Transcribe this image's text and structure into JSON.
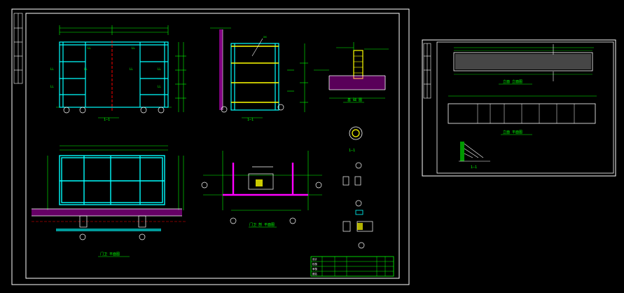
{
  "app": {
    "title": "CAD drawing viewer"
  },
  "sheet_main": {
    "views": {
      "front_elevation": {
        "label": "1—1"
      },
      "side_section": {
        "label": "1—1"
      },
      "foundation_detail": {
        "label": "基 础 图"
      },
      "plan_view": {
        "label": "门卫 剖 平面图"
      },
      "floor_plan": {
        "label": "门卫 平面图"
      },
      "detail_small_1": {
        "label": "1—1"
      }
    },
    "title_block": {
      "rows": [
        "",
        "",
        "",
        ""
      ],
      "labels": [
        "设计",
        "校核",
        "审核",
        "图名"
      ]
    }
  },
  "sheet_right": {
    "views": {
      "facade": {
        "label": "立面 立面图"
      },
      "plan": {
        "label": "立面 平面图"
      },
      "section": {
        "label": "1—1"
      }
    }
  },
  "colors": {
    "background": "#000000",
    "frame": "#ffffff",
    "structure": "#00ffff",
    "dimension": "#00ff00",
    "beam": "#ffff00",
    "column": "#ff00ff",
    "hatch": "#ff00ff",
    "axis": "#ff0000",
    "text": "#ffffff"
  }
}
